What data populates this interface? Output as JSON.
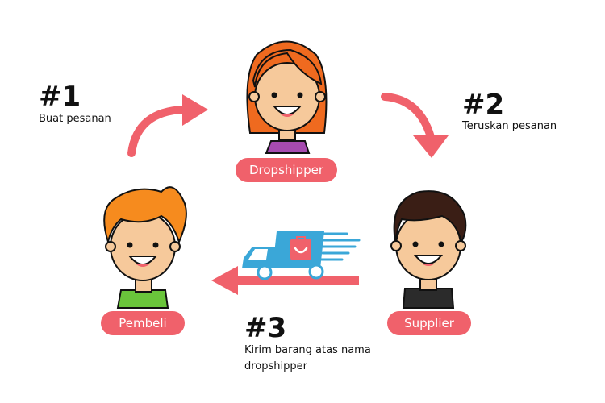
{
  "steps": [
    {
      "number": "#1",
      "text": "Buat pesanan"
    },
    {
      "number": "#2",
      "text": "Teruskan pesanan"
    },
    {
      "number": "#3",
      "text": "Kirim barang atas nama dropshipper"
    }
  ],
  "actors": {
    "dropshipper": "Dropshipper",
    "pembeli": "Pembeli",
    "supplier": "Supplier"
  },
  "colors": {
    "accent": "#f0616b",
    "truck": "#3aa7d8",
    "dropshipper_hair": "#ef6a1f",
    "dropshipper_shirt": "#a64bb0",
    "pembeli_hair": "#f68b1e",
    "pembeli_shirt": "#6ac53b",
    "supplier_hair": "#3a1e15",
    "supplier_shirt": "#2b2b2b",
    "skin": "#f6c99b"
  }
}
